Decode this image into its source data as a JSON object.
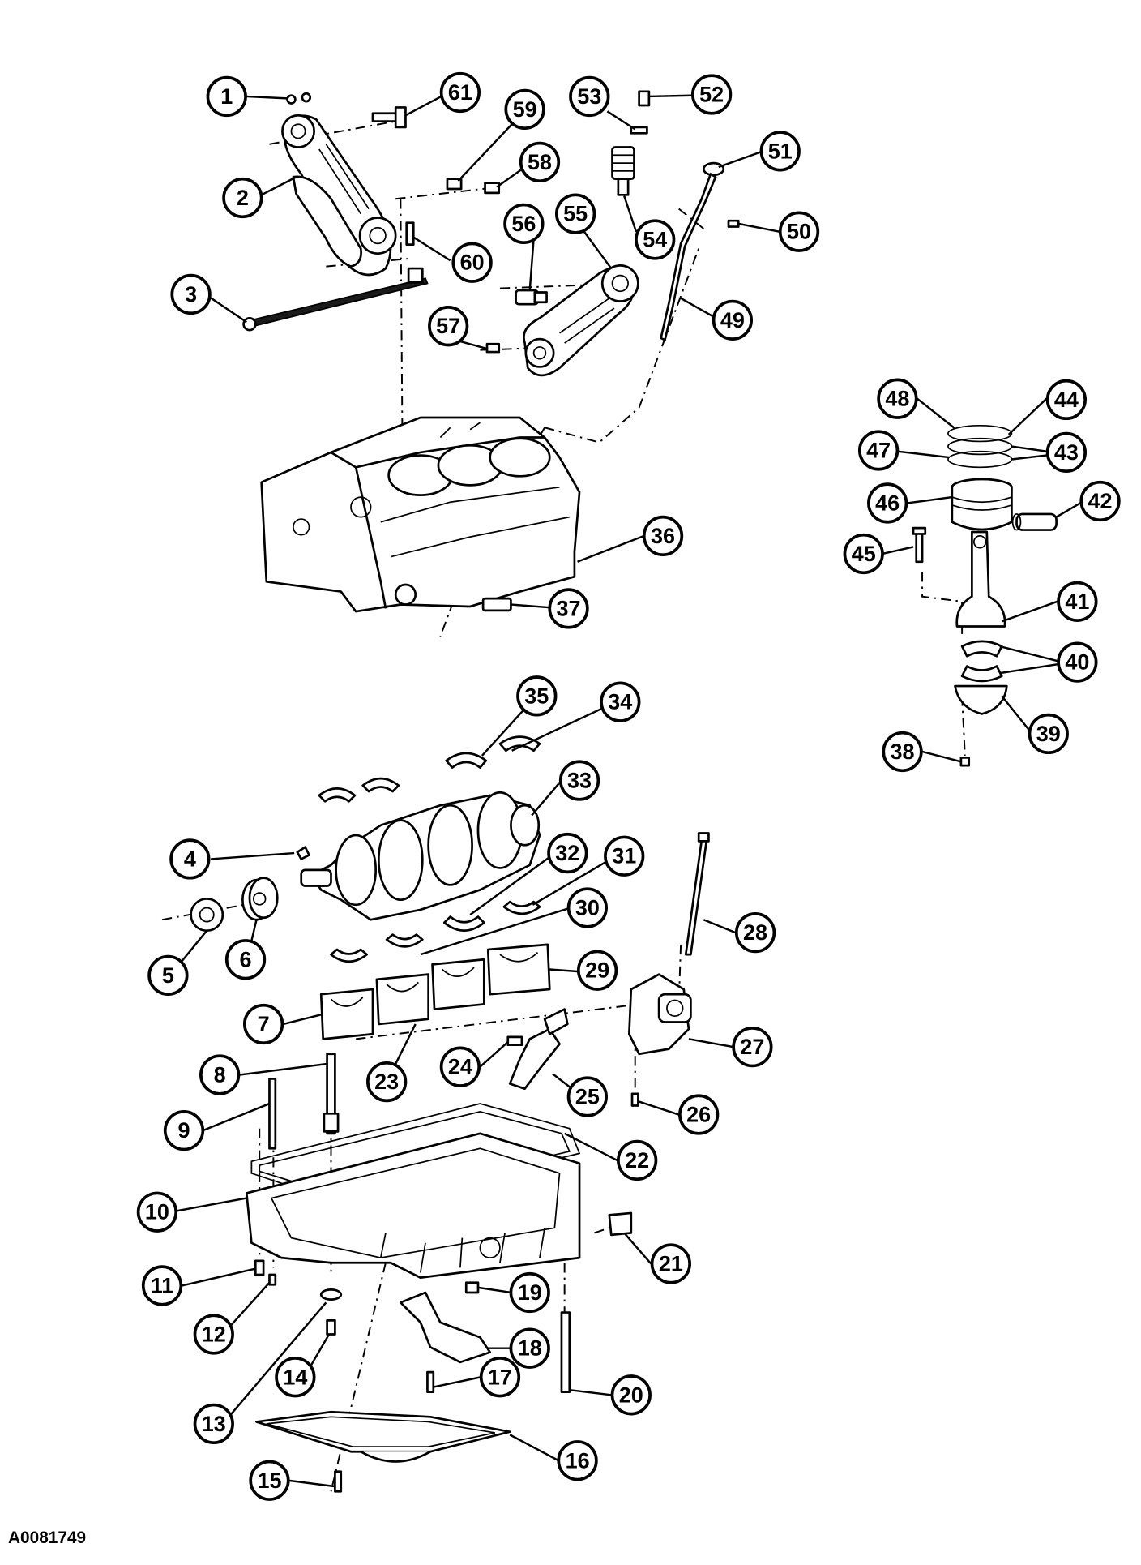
{
  "diagram": {
    "reference_code": "A0081749",
    "callouts": [
      "1",
      "2",
      "3",
      "4",
      "5",
      "6",
      "7",
      "8",
      "9",
      "10",
      "11",
      "12",
      "13",
      "14",
      "15",
      "16",
      "17",
      "18",
      "19",
      "20",
      "21",
      "22",
      "23",
      "24",
      "25",
      "26",
      "27",
      "28",
      "29",
      "30",
      "31",
      "32",
      "33",
      "34",
      "35",
      "36",
      "37",
      "38",
      "39",
      "40",
      "41",
      "42",
      "43",
      "44",
      "45",
      "46",
      "47",
      "48",
      "49",
      "50",
      "51",
      "52",
      "53",
      "54",
      "55",
      "56",
      "57",
      "58",
      "59",
      "60",
      "61"
    ]
  }
}
